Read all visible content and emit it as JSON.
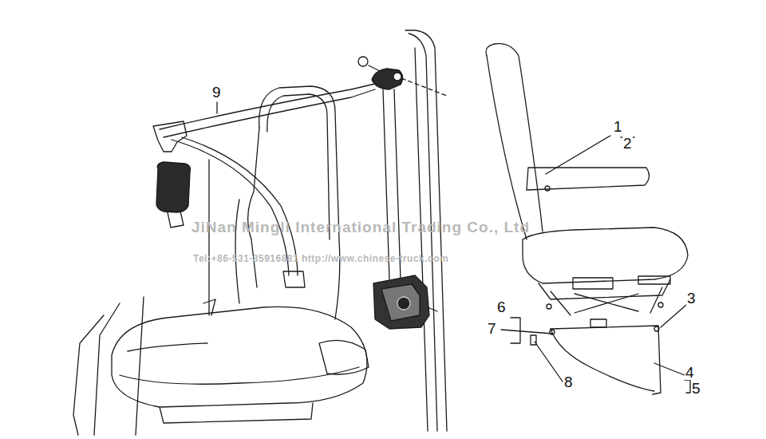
{
  "diagram": {
    "labels": [
      "9",
      "1",
      "2",
      "3",
      "6",
      "7",
      "8",
      "4",
      "5",
      "JiNan Mingli International Trading Co., Ltd",
      "Tel:+86-531-85916881   http://www.chinese-truck.com"
    ]
  }
}
